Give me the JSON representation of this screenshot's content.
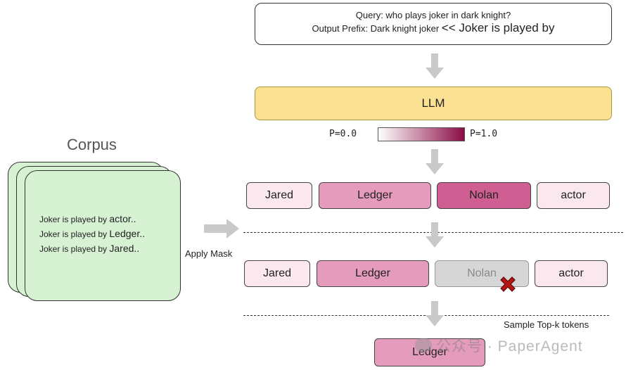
{
  "query": {
    "line1": "Query: who plays joker in dark knight?",
    "line2_prefix": "Output Prefix: Dark knight joker",
    "line2_rest": "<< Joker is played by"
  },
  "llm": {
    "label": "LLM"
  },
  "scale": {
    "min_label": "P=0.0",
    "max_label": "P=1.0",
    "min_color": "#ffffff",
    "max_color": "#8a0d45"
  },
  "corpus": {
    "title": "Corpus",
    "lines": [
      {
        "prefix": "Joker is played by",
        "word": "actor.."
      },
      {
        "prefix": "Joker is played by",
        "word": "Ledger.."
      },
      {
        "prefix": "Joker is played by",
        "word": "Jared.."
      }
    ]
  },
  "apply_mask": "Apply Mask",
  "tokens_before": [
    {
      "label": "Jared",
      "color": "#fbe7ee"
    },
    {
      "label": "Ledger",
      "color": "#e59bbb"
    },
    {
      "label": "Nolan",
      "color": "#cf5e92"
    },
    {
      "label": "actor",
      "color": "#fbe7ee"
    }
  ],
  "tokens_after": [
    {
      "label": "Jared",
      "color": "#fbe7ee"
    },
    {
      "label": "Ledger",
      "color": "#e59bbb"
    },
    {
      "label": "Nolan",
      "color": "#d6d6d6"
    },
    {
      "label": "actor",
      "color": "#fbe7ee"
    }
  ],
  "sample_label": "Sample Top-k tokens",
  "result_token": {
    "label": "Ledger",
    "color": "#e59bbb"
  },
  "watermark": "公众号 · PaperAgent"
}
